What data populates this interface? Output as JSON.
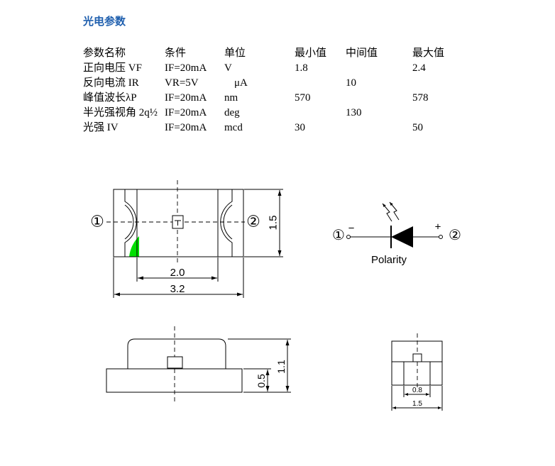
{
  "title": "光电参数",
  "colors": {
    "title": "#1f5fae",
    "line": "#000000",
    "cathode_mark": "#00e000"
  },
  "table": {
    "headers": [
      "参数名称",
      "条件",
      "单位",
      "最小值",
      "中间值",
      "最大值"
    ],
    "rows": [
      [
        "正向电压 VF",
        "IF=20mA",
        "V",
        "1.8",
        "",
        "2.4"
      ],
      [
        "反向电流 IR",
        "VR=5V",
        "μA",
        "",
        "10",
        ""
      ],
      [
        "峰值波长λP",
        "IF=20mA",
        "nm",
        "570",
        "",
        "578"
      ],
      [
        "半光强视角 2q½",
        "IF=20mA",
        "deg",
        "",
        "130",
        ""
      ],
      [
        "光强 IV",
        "IF=20mA",
        "mcd",
        "30",
        "",
        "50"
      ]
    ]
  },
  "top_view": {
    "pin1_label": "①",
    "pin2_label": "②",
    "width_dim": "1.5",
    "body_length_dim": "2.0",
    "total_length_dim": "3.2"
  },
  "polarity": {
    "pin1_label": "①",
    "minus_sign": "−",
    "plus_sign": "+",
    "pin2_label": "②",
    "label": "Polarity"
  },
  "side_view": {
    "base_height_dim": "0.5",
    "total_height_dim": "1.1"
  },
  "end_view": {
    "pad_gap_dim": "0.8",
    "width_dim": "1.5"
  }
}
